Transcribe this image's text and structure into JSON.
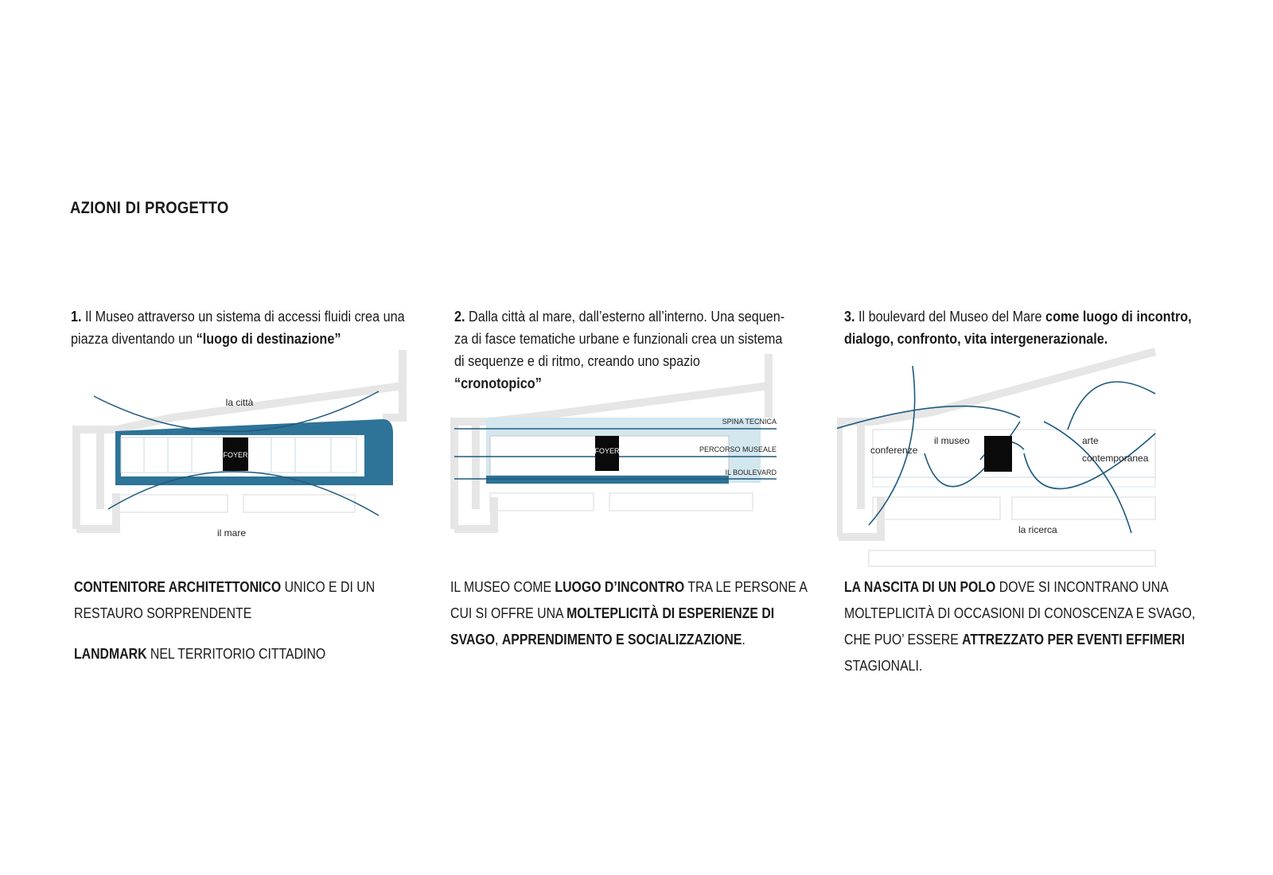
{
  "title": "AZIONI DI PROGETTO",
  "sections": [
    {
      "num": "1.",
      "intro_plain_1": "Il Museo attraverso un sistema di accessi fluidi  crea una piazza diventando un ",
      "intro_bold_1": "“luogo di destinazione”",
      "labels": {
        "top": "la città",
        "bottom": "il mare",
        "box": "FOYER"
      },
      "bottom": {
        "bold_1": "CONTENITORE ARCHITETTONICO",
        "plain_1": " UNICO E DI UN RESTAURO SORPRENDENTE",
        "bold_2": "LANDMARK",
        "plain_2": " NEL TERRITORIO CITTADINO"
      }
    },
    {
      "num": "2.",
      "intro_plain_1": "Dalla città al mare, dall’esterno all’interno. Una sequen-za di fasce tematiche urbane e funzionali  crea un sistema di sequenze e di ritmo, creando uno spazio ",
      "intro_bold_1": "“cronotopico”",
      "labels": {
        "l1": "SPINA TECNICA",
        "l2": "PERCORSO MUSEALE",
        "l3": "IL BOULEVARD",
        "box": "FOYER"
      },
      "bottom": {
        "plain_1": "IL MUSEO COME ",
        "bold_1": "LUOGO D’INCONTRO",
        "plain_2": " TRA LE PERSONE A CUI SI OFFRE UNA ",
        "bold_2": "MOLTEPLICITÀ DI ESPERIENZE DI SVAGO",
        "plain_3": ", ",
        "bold_3": "APPRENDIMENTO E SOCIALIZZAZIONE",
        "plain_4": "."
      }
    },
    {
      "num": "3.",
      "intro_plain_1": "Il boulevard del Museo del Mare ",
      "intro_bold_1": "come luogo di incontro, dialogo, confronto, vita intergenerazionale.",
      "labels": {
        "a": "conferenze",
        "b": "il museo",
        "c1": "arte",
        "c2": "contemporanea",
        "d": "la ricerca"
      },
      "bottom": {
        "bold_1": "LA NASCITA DI UN POLO",
        "plain_1": " DOVE SI INCONTRANO UNA MOLTEPLICITÀ DI OCCASIONI DI CONOSCENZA E SVAGO, CHE PUO’ ESSERE ",
        "bold_2": "ATTREZZATO PER EVENTI EFFIMERI",
        "plain_2": " STAGIONALI."
      }
    }
  ],
  "colors": {
    "accent": "#2e7398",
    "light_accent": "#d3e7ef",
    "line": "#1e5a7e",
    "ghost": "#e6e6e6"
  }
}
